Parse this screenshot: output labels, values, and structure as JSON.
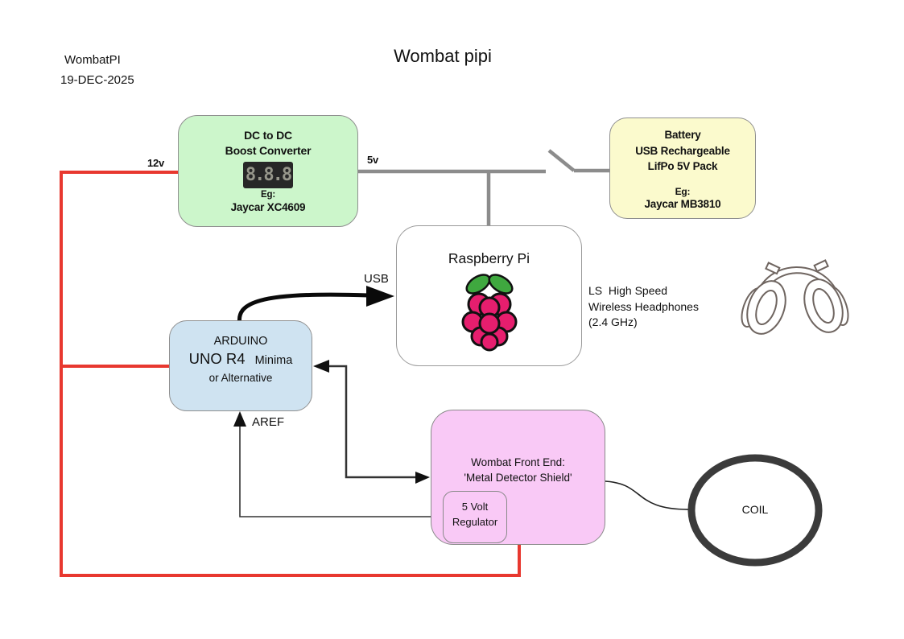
{
  "header": {
    "project": "WombatPI",
    "date": "19-DEC-2025",
    "title": "Wombat pipi"
  },
  "boost_converter": {
    "title_lines": [
      "DC to DC",
      "Boost Converter"
    ],
    "display_value": "8.8.8",
    "eg_label": "Eg:",
    "example_part": "Jaycar XC4609",
    "input_label": "12v",
    "output_label": "5v",
    "fill": "#ccf6cb"
  },
  "battery": {
    "lines": [
      "Battery",
      "USB Rechargeable",
      "LifPo 5V Pack"
    ],
    "eg_label": "Eg:",
    "example_part": "Jaycar MB3810",
    "fill": "#fbfacd"
  },
  "raspberry_pi": {
    "title": "Raspberry Pi",
    "fill": "#ffffff"
  },
  "arduino": {
    "line1": "ARDUINO",
    "model": "UNO R4",
    "variant": "Minima",
    "line3": "or Alternative",
    "fill": "#cfe3f1"
  },
  "front_end": {
    "lines": [
      "Wombat Front End:",
      "'Metal Detector Shield'"
    ],
    "regulator_lines": [
      "5 Volt",
      "Regulator"
    ],
    "fill": "#f9c9f6"
  },
  "coil": {
    "label": "COIL"
  },
  "connections": {
    "usb_label": "USB",
    "aref_label": "AREF"
  },
  "headphones": {
    "lines": [
      "LS  High Speed",
      "Wireless Headphones",
      "(2.4 GHz)"
    ]
  },
  "colors": {
    "power_wire_red": "#e8382f",
    "power_wire_gray": "#8c8c8c",
    "arrow_black": "#0a0a0a",
    "berry_pink": "#e61e6e",
    "leaf_green": "#3fa83f",
    "coil_stroke": "#3b3b3b"
  }
}
